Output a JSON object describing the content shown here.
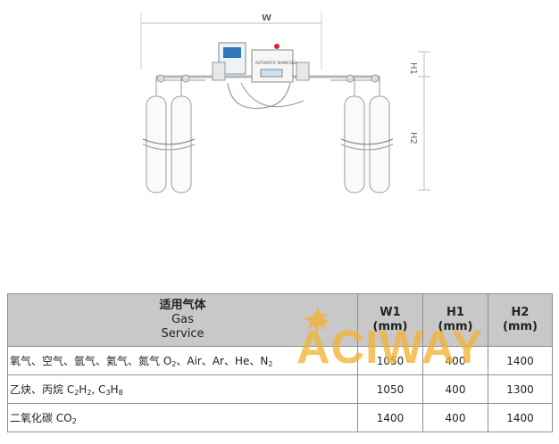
{
  "diagram": {
    "width_label": "W",
    "h1_label": "H1",
    "h2_label": "H2",
    "panel_label": "AUTOMATIC MANIFOLD"
  },
  "table": {
    "header": {
      "gas_cn": "适用气体",
      "gas_en1": "Gas",
      "gas_en2": "Service",
      "w1": "W1",
      "w1_unit": "(mm)",
      "h1": "H1",
      "h1_unit": "(mm)",
      "h2": "H2",
      "h2_unit": "(mm)"
    },
    "rows": [
      {
        "gas_prefix": "氧气、空气、氩气、氦气、氮气 O",
        "gas_sub1": "2",
        "gas_mid": "、Air、Ar、He、N",
        "gas_sub2": "2",
        "w1": "1050",
        "h1": "400",
        "h2": "1400"
      },
      {
        "gas_prefix": "乙炔、丙烷 C",
        "gas_sub1": "2",
        "gas_mid": "H",
        "gas_sub2": "2",
        "gas_mid2": ", C",
        "gas_sub3": "3",
        "gas_mid3": "H",
        "gas_sub4": "8",
        "w1": "1050",
        "h1": "400",
        "h2": "1300"
      },
      {
        "gas_prefix": "二氧化碳 CO",
        "gas_sub1": "2",
        "w1": "1400",
        "h1": "400",
        "h2": "1400"
      }
    ]
  },
  "watermark": {
    "text": "ACIWAY"
  },
  "colors": {
    "header_bg": "#c8c8c8",
    "border": "#8f8f8f",
    "watermark": "#f2b233"
  }
}
